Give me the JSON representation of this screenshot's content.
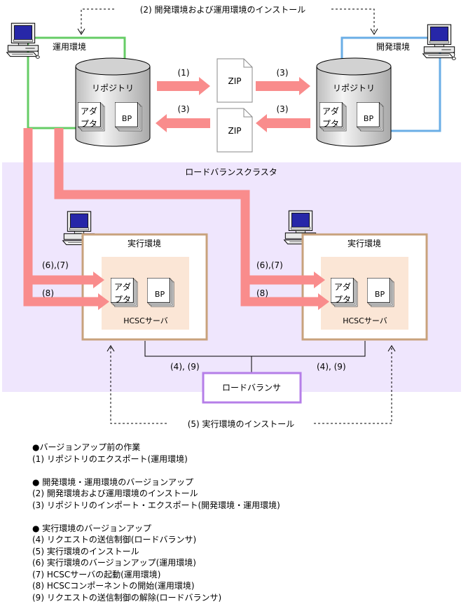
{
  "diagram": {
    "top_install": "(2) 開発環境および運用環境のインストール",
    "ops_env": "運用環境",
    "dev_env": "開発環境",
    "repository": "リポジトリ",
    "adapter_line1": "アダ",
    "adapter_line2": "プタ",
    "bp": "BP",
    "zip": "ZIP",
    "step1": "(1)",
    "step3": "(3)",
    "cluster": "ロードバランスクラスタ",
    "exec_env": "実行環境",
    "step67": "(6),(7)",
    "step8": "(8)",
    "hcsc_server": "HCSCサーバ",
    "step49": "(4), (9)",
    "load_balancer": "ロードバランサ",
    "exec_install": "(5) 実行環境のインストール"
  },
  "legend": [
    {
      "title": "●バージョンアップ前の作業",
      "items": [
        "(1) リポジトリのエクスポート(運用環境)"
      ]
    },
    {
      "title": "● 開発環境・運用環境のバージョンアップ",
      "items": [
        "(2) 開発環境および運用環境のインストール",
        "(3) リポジトリのインポート・エクスポート(開発環境・運用環境)"
      ]
    },
    {
      "title": "● 実行環境のバージョンアップ",
      "items": [
        "(4) リクエストの送信制御(ロードバランサ)",
        "(5) 実行環境のインストール",
        "(6) 実行環境のバージョンアップ(運用環境)",
        "(7) HCSCサーバの起動(運用環境)",
        "(8) HCSCコンポーネントの開始(運用環境)",
        "(9) リクエストの送信制御の解除(ロードバランサ)"
      ]
    }
  ],
  "colors": {
    "arrow": "#f98c8c",
    "ops_line": "#66cc66",
    "dev_line": "#6aaee6",
    "cluster_bg": "#efe6fd",
    "lb_border": "#b57ee8",
    "exec_border": "#c8a27c",
    "hcsc_bg": "#fbe6d6"
  }
}
